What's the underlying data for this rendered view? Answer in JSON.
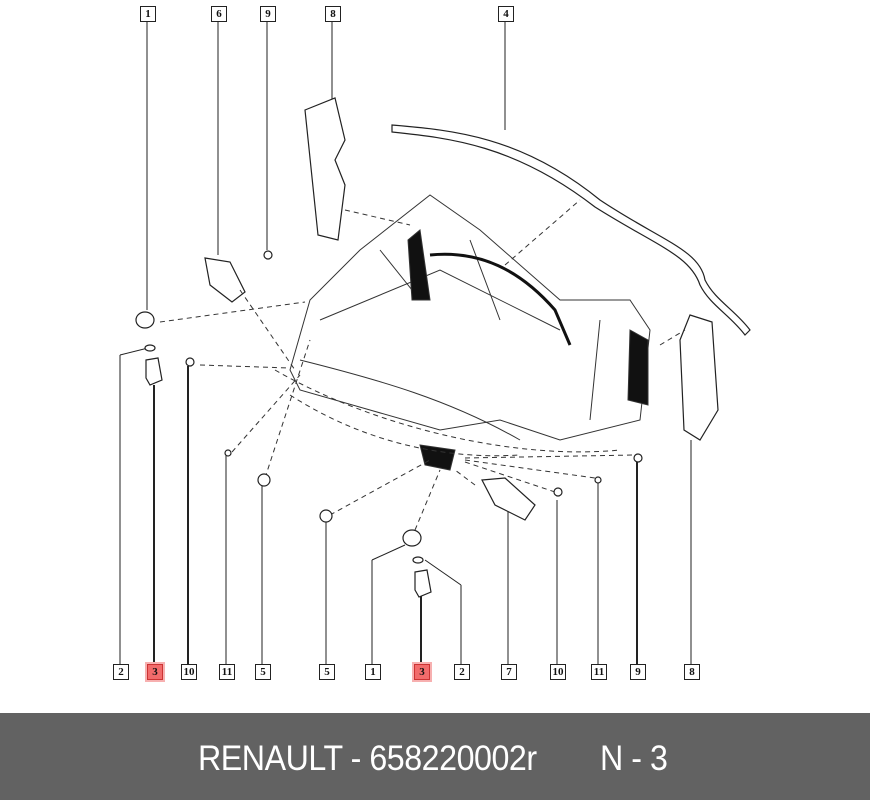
{
  "diagram": {
    "top_callouts": [
      "1",
      "6",
      "9",
      "8",
      "4"
    ],
    "bottom_callouts": [
      "2",
      "3",
      "10",
      "11",
      "5",
      "5",
      "1",
      "3",
      "2",
      "7",
      "10",
      "11",
      "9",
      "8"
    ],
    "highlighted_part": "3",
    "highlight_color": "#f26b6b"
  },
  "footer": {
    "brand_part": "RENAULT - 658220002r",
    "ref": "N - 3"
  }
}
